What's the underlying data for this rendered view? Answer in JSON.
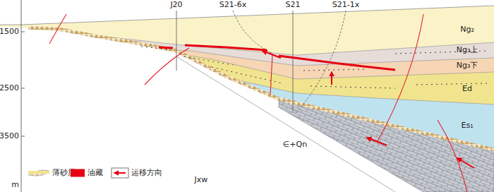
{
  "diagram": {
    "labels": [
      "J20",
      "S21-6x",
      "S21",
      "S21-1x",
      "1500",
      "2500",
      "3500",
      "m",
      "Ng₂",
      "Ng₃上",
      "Ng₃下",
      "Ed",
      "Es₁",
      "∈+Qn",
      "Jxw"
    ],
    "legend": [
      {
        "text": "薄砂层"
      },
      {
        "text": "油藏",
        "color": "#e60012"
      },
      {
        "text": "运移方向"
      }
    ]
  }
}
